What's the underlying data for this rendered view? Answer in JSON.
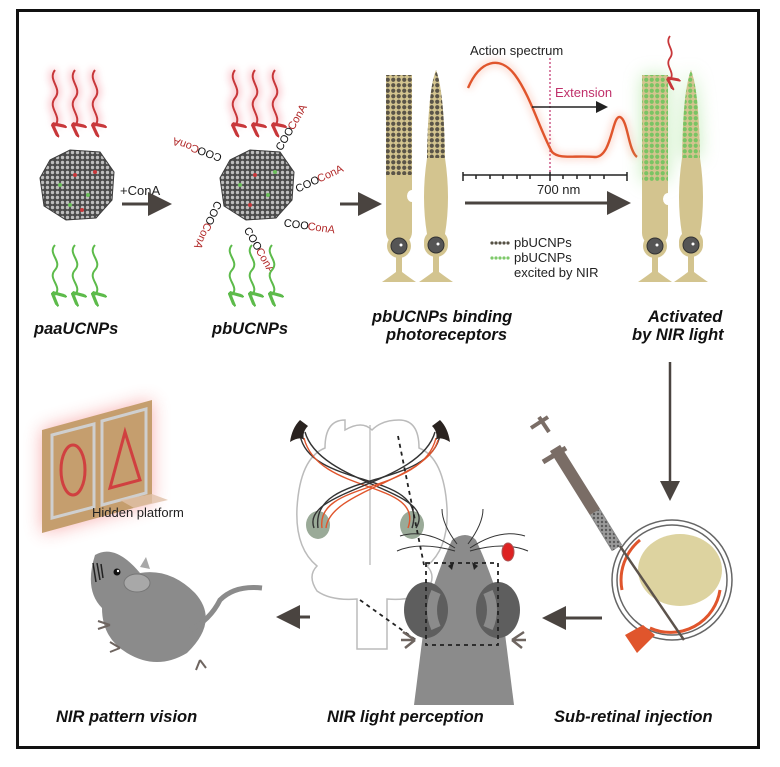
{
  "figure": {
    "steps": [
      {
        "id": "paa",
        "caption": "paaUCNPs"
      },
      {
        "id": "pb",
        "caption": "pbUCNPs"
      },
      {
        "id": "binding",
        "caption_line1": "pbUCNPs binding",
        "caption_line2": "photoreceptors"
      },
      {
        "id": "activated",
        "caption_line1": "Activated",
        "caption_line2": "by NIR light"
      },
      {
        "id": "injection",
        "caption": "Sub-retinal injection"
      },
      {
        "id": "perception",
        "caption": "NIR light perception"
      },
      {
        "id": "vision",
        "caption": "NIR pattern vision"
      }
    ],
    "reaction_label": "+ConA",
    "ligand_group": "COO",
    "ligand_name": "ConA",
    "spectrum": {
      "title": "Action spectrum",
      "extension_label": "Extension",
      "axis_label": "700 nm"
    },
    "legend": [
      {
        "label": "pbUCNPs",
        "color": "#555044"
      },
      {
        "label": "pbUCNPs",
        "label_line2": "excited by NIR",
        "color": "#7ec96a"
      }
    ],
    "platform_label": "Hidden platform",
    "colors": {
      "nir_red": "#c8373a",
      "emission_green": "#5dbb4b",
      "photoreceptor": "#d3c48f",
      "mouse_gray": "#8b8b8b",
      "arrow": "#4a4440",
      "extension_pink": "#c0306a",
      "spectrum_orange": "#e0552c"
    }
  }
}
